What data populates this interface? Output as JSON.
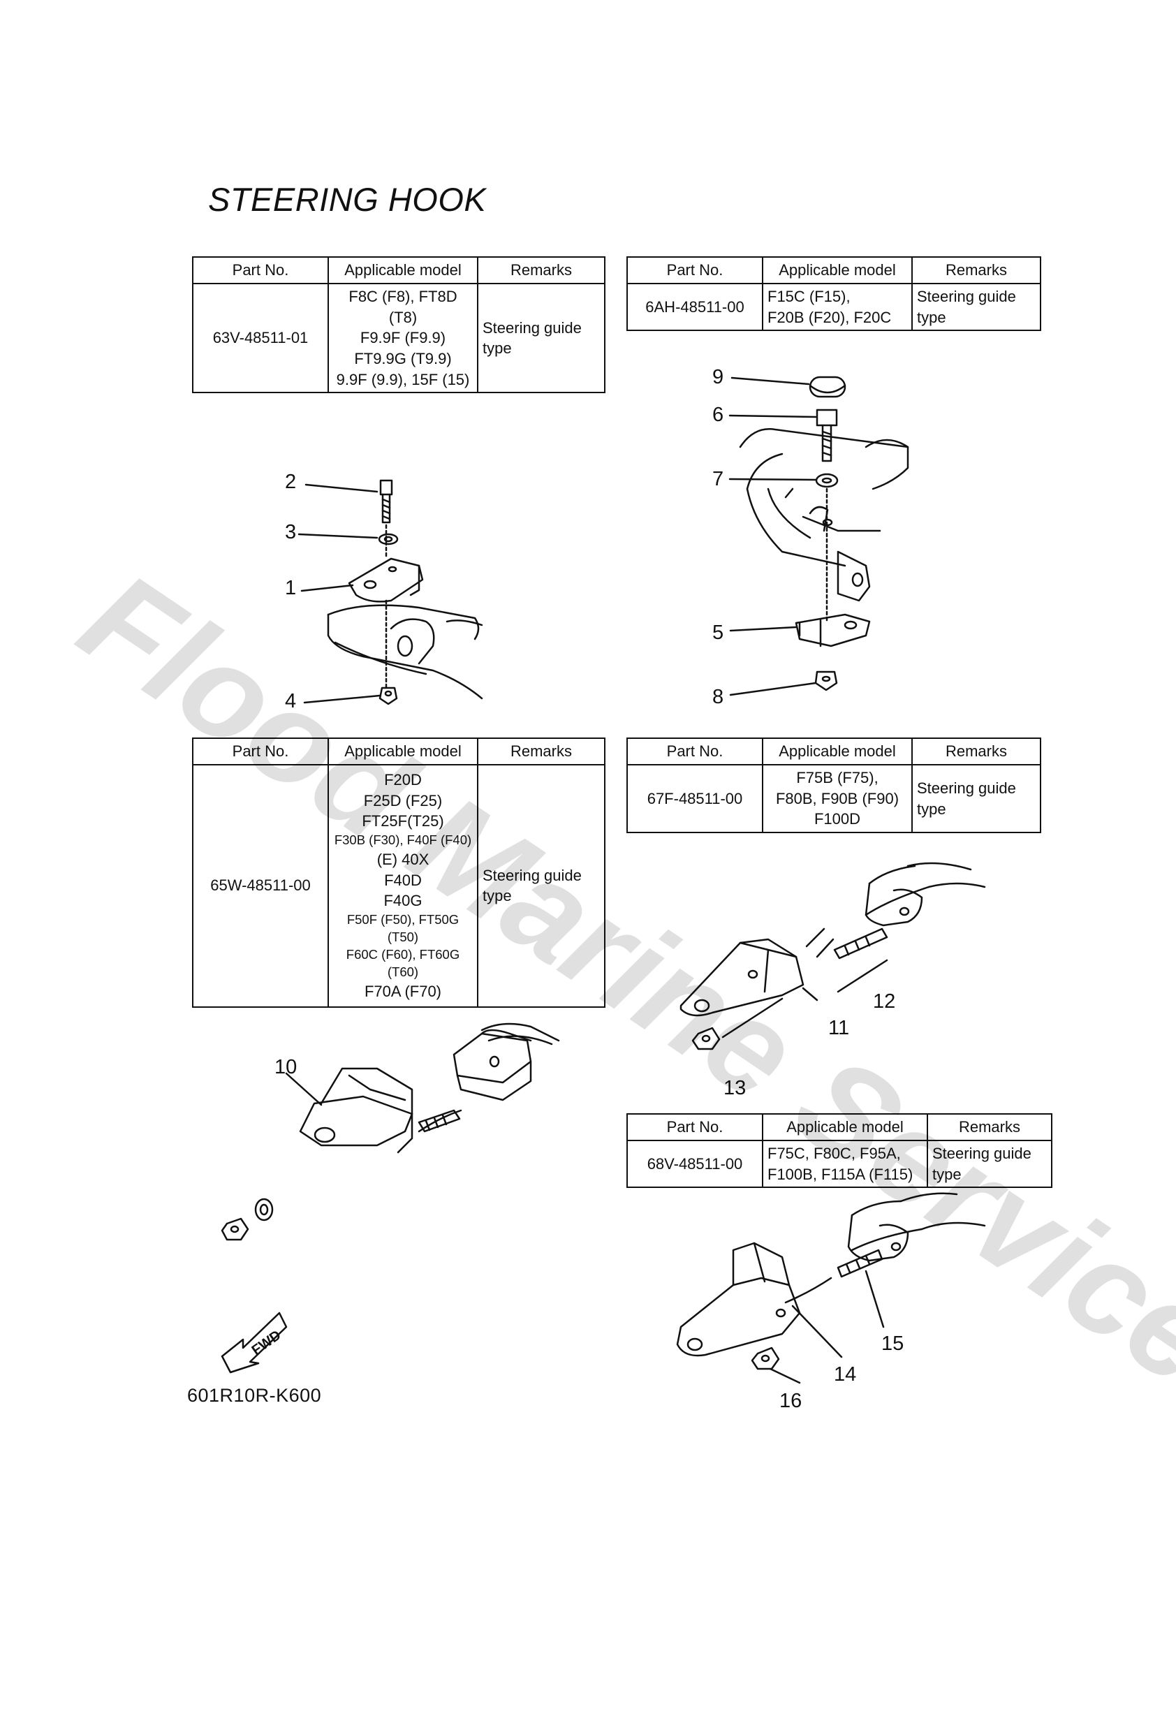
{
  "page": {
    "title": "STEERING HOOK",
    "diagram_code": "601R10R-K600",
    "watermark": "Flood Marine Services",
    "fwd_label": "FWD"
  },
  "headers": {
    "part_no": "Part No.",
    "applicable_model": "Applicable model",
    "remarks": "Remarks"
  },
  "tables": [
    {
      "part_no": "63V-48511-01",
      "models": [
        "F8C (F8), FT8D (T8)",
        "F9.9F (F9.9)",
        "FT9.9G (T9.9)",
        "9.9F (9.9), 15F (15)"
      ],
      "remarks": [
        "Steering guide",
        "type"
      ]
    },
    {
      "part_no": "6AH-48511-00",
      "models": [
        "F15C (F15),",
        "F20B (F20), F20C"
      ],
      "remarks": [
        "Steering guide",
        "type"
      ]
    },
    {
      "part_no": "65W-48511-00",
      "models": [
        "F20D",
        "F25D (F25)",
        "FT25F(T25)",
        "F30B (F30), F40F (F40)",
        "(E) 40X",
        "F40D",
        "F40G",
        "F50F (F50), FT50G (T50)",
        "F60C (F60), FT60G (T60)",
        "F70A (F70)"
      ],
      "remarks": [
        "Steering guide",
        "type"
      ]
    },
    {
      "part_no": "67F-48511-00",
      "models": [
        "F75B (F75),",
        "F80B, F90B (F90)",
        "F100D"
      ],
      "remarks": [
        "Steering guide",
        "type"
      ]
    },
    {
      "part_no": "68V-48511-00",
      "models": [
        "F75C, F80C, F95A,",
        "F100B, F115A (F115)"
      ],
      "remarks": [
        "Steering guide",
        "type"
      ]
    }
  ],
  "callouts": [
    "1",
    "2",
    "3",
    "4",
    "5",
    "6",
    "7",
    "8",
    "9",
    "10",
    "11",
    "12",
    "13",
    "14",
    "15",
    "16"
  ]
}
